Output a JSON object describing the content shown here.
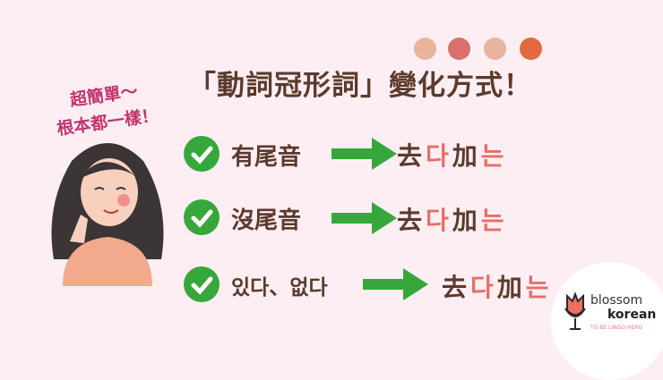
{
  "title": "「動詞冠形詞」變化方式！",
  "tagline": [
    "超簡單～",
    "根本都一樣！"
  ],
  "palette": [
    "#e8b49a",
    "#d9716a",
    "#e8b4a0",
    "#e4683f"
  ],
  "accent_color": "#e46f66",
  "check_color": "#36a83b",
  "rows": [
    {
      "condition": "有尾音",
      "result": [
        "去",
        "다",
        "加",
        "는"
      ]
    },
    {
      "condition": "沒尾音",
      "result": [
        "去",
        "다",
        "加",
        "는"
      ]
    },
    {
      "condition": "있다、없다",
      "result": [
        "去",
        "다",
        "加",
        "는"
      ]
    }
  ],
  "logo": {
    "line1": "blossom",
    "line2": "korean",
    "slogan": "TO BE LINGO HERO"
  }
}
